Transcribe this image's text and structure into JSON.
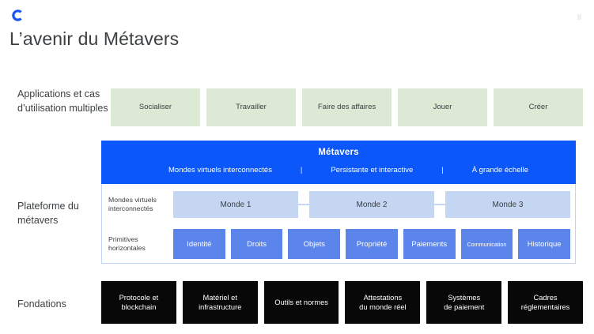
{
  "header": {
    "logo_icon": "circle-c-logo-icon",
    "logo_color": "#1a56f0",
    "title": "L’avenir du Métavers",
    "corner_mark": "corner-mark"
  },
  "rows": {
    "applications": {
      "label": "Applications et cas d’utilisation multiples",
      "box_color": "#dce9d5",
      "items": [
        {
          "label": "Socialiser"
        },
        {
          "label": "Travailler"
        },
        {
          "label": "Faire des affaires"
        },
        {
          "label": "Jouer"
        },
        {
          "label": "Créer"
        }
      ]
    },
    "platform": {
      "label": "Plateforme du métavers",
      "header": {
        "title": "Métavers",
        "bg_color": "#0b57f9",
        "subtitles": [
          "Mondes virtuels interconnectés",
          "Persistante et interactive",
          "À grande échelle"
        ],
        "separator": "|"
      },
      "worlds": {
        "label": "Mondes virtuels interconnectés",
        "box_color": "#c5d6f2",
        "items": [
          {
            "label": "Monde 1"
          },
          {
            "label": "Monde 2"
          },
          {
            "label": "Monde 3"
          }
        ]
      },
      "primitives": {
        "label": "Primitives horizontales",
        "box_color": "#5c85ec",
        "items": [
          {
            "label": "Identité",
            "small": false
          },
          {
            "label": "Droits",
            "small": false
          },
          {
            "label": "Objets",
            "small": false
          },
          {
            "label": "Propriété",
            "small": false
          },
          {
            "label": "Paiements",
            "small": false
          },
          {
            "label": "Communication",
            "small": true
          },
          {
            "label": "Historique",
            "small": false
          }
        ]
      }
    },
    "foundations": {
      "label": "Fondations",
      "box_color": "#080808",
      "items": [
        {
          "line1": "Protocole et",
          "line2": "blockchain"
        },
        {
          "line1": "Matériel et",
          "line2": "infrastructure"
        },
        {
          "line1": "Outils et normes",
          "line2": ""
        },
        {
          "line1": "Attestations",
          "line2": "du monde réel"
        },
        {
          "line1": "Systèmes",
          "line2": "de paiement"
        },
        {
          "line1": "Cadres",
          "line2": "réglementaires"
        }
      ]
    }
  }
}
